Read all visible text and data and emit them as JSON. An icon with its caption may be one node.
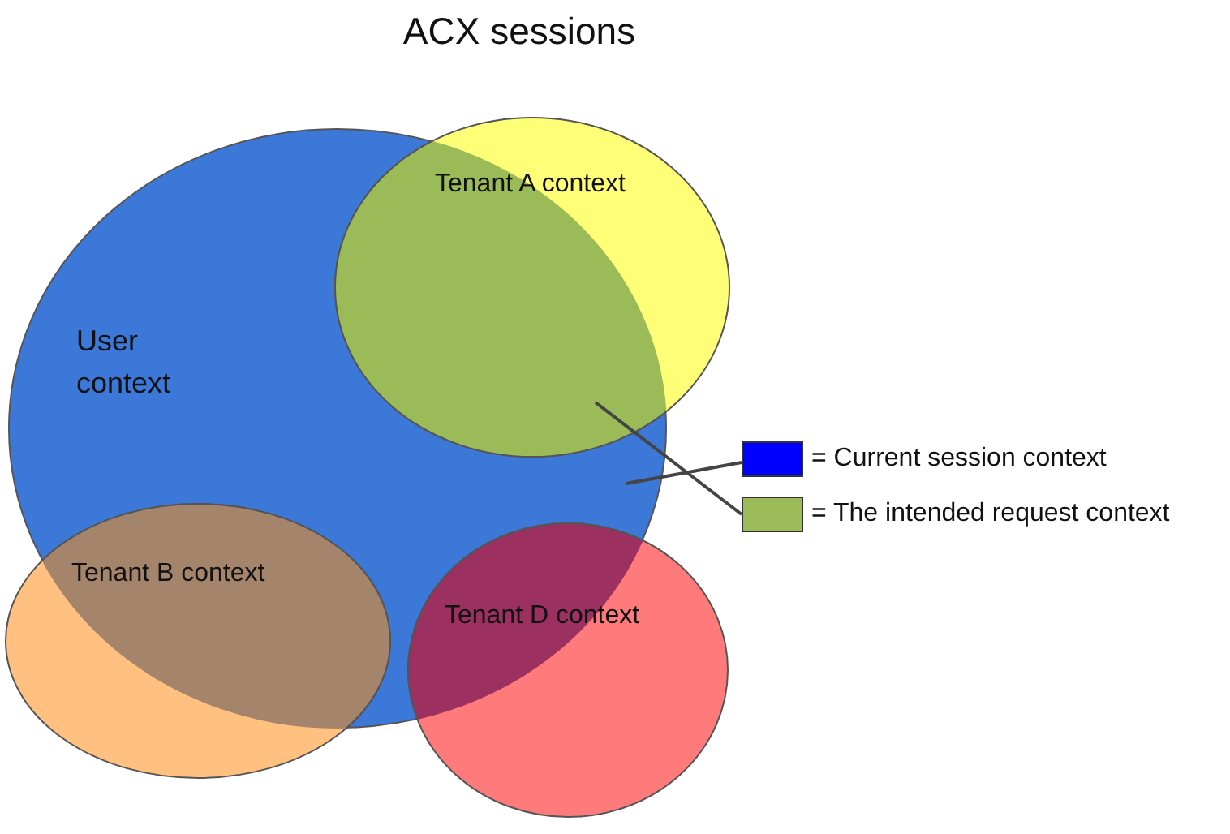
{
  "diagram": {
    "title": "ACX sessions",
    "nodes": [
      {
        "text": [
          "User context"
        ]
      },
      {
        "text": [
          "Tenant A context"
        ]
      },
      {
        "text": [
          "Tenant B context"
        ]
      },
      {
        "text": [
          "Tenant D context"
        ]
      },
      {
        "text": [],
        "shape": "box"
      },
      {
        "text": [],
        "shape": "box"
      }
    ],
    "edges": [
      {
        "from": 4,
        "to": 0,
        "arrow": "none"
      },
      {
        "from": 5,
        "to": 1,
        "arrow": "none"
      }
    ],
    "legend": [
      {
        "text": "= Current session context",
        "color": "#0000ff"
      },
      {
        "text": "= The intended request context",
        "color": "#9bbb59"
      }
    ]
  }
}
